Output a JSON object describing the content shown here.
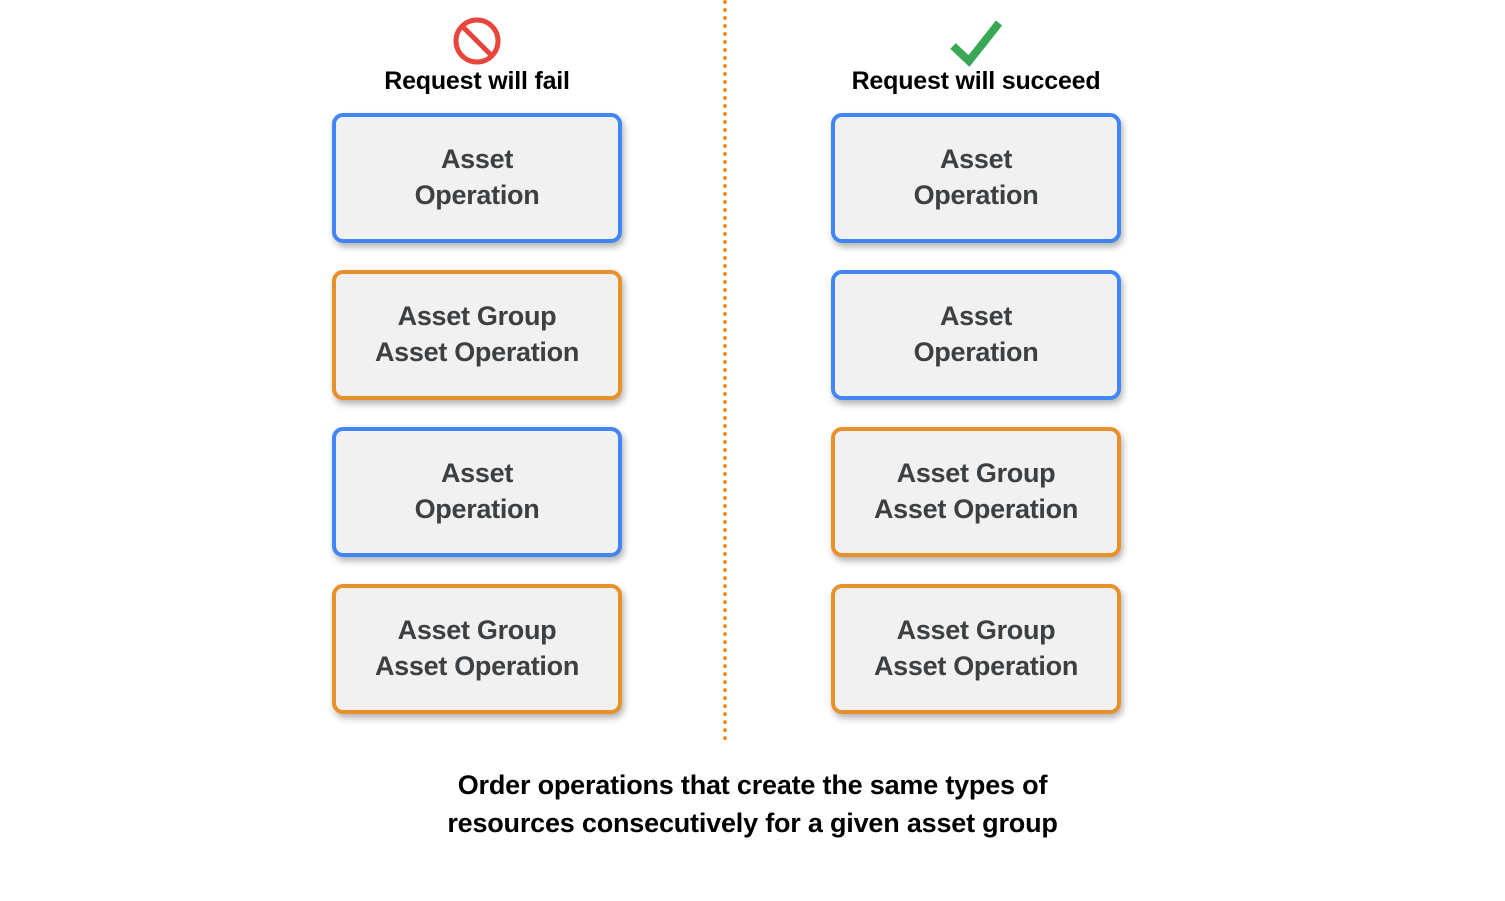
{
  "diagram": {
    "title_caption": {
      "line1": "Order operations that create the same types of",
      "line2": "resources consecutively for a given asset group"
    },
    "colors": {
      "blue_border": "#4285f4",
      "orange_border": "#e8912b",
      "card_fill": "#f1f1f1",
      "card_text": "#3c4043",
      "fail_icon": "#e8453c",
      "success_icon": "#3aa757",
      "divider": "#e8912b",
      "background": "#ffffff"
    },
    "columns": [
      {
        "id": "fail",
        "icon_name": "prohibition-icon",
        "header_label": "Request will fail",
        "cards": [
          {
            "type": "blue",
            "line1": "Asset",
            "line2": "Operation"
          },
          {
            "type": "orange",
            "line1": "Asset Group",
            "line2": "Asset Operation"
          },
          {
            "type": "blue",
            "line1": "Asset",
            "line2": "Operation"
          },
          {
            "type": "orange",
            "line1": "Asset Group",
            "line2": "Asset Operation"
          }
        ]
      },
      {
        "id": "succeed",
        "icon_name": "checkmark-icon",
        "header_label": "Request will succeed",
        "cards": [
          {
            "type": "blue",
            "line1": "Asset",
            "line2": "Operation"
          },
          {
            "type": "blue",
            "line1": "Asset",
            "line2": "Operation"
          },
          {
            "type": "orange",
            "line1": "Asset Group",
            "line2": "Asset Operation"
          },
          {
            "type": "orange",
            "line1": "Asset Group",
            "line2": "Asset Operation"
          }
        ]
      }
    ]
  }
}
